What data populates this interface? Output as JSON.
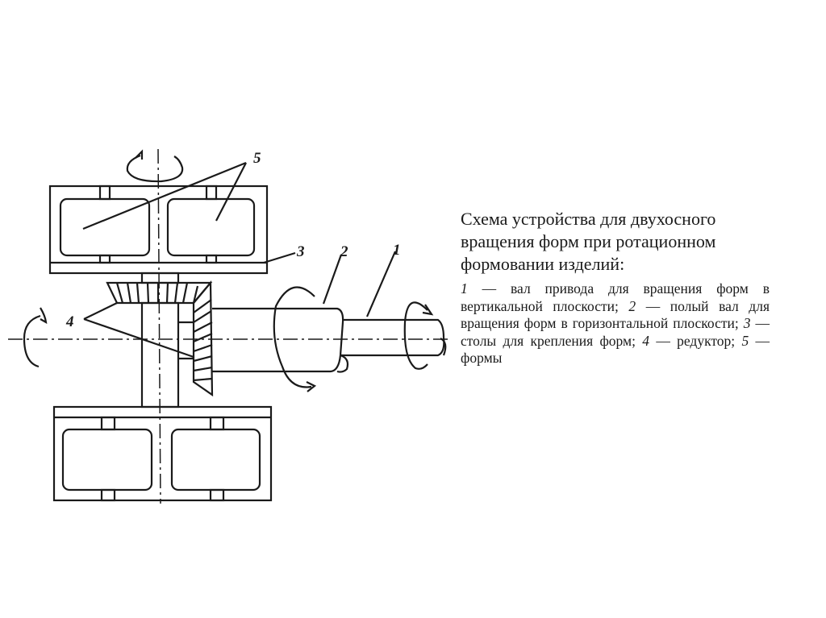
{
  "caption": {
    "title_lines": [
      "Схема устройства  для двухосного",
      "вращения форм при  ротационном",
      "формовании   изделий:"
    ],
    "legend": [
      {
        "num": "1",
        "text": "вал привода для вращения форм в вертикальной плоскости;"
      },
      {
        "num": "2",
        "text": "полый вал для вращения форм в горизонтальной плоскости;"
      },
      {
        "num": "3",
        "text": "столы для крепления форм;"
      },
      {
        "num": "4",
        "text": "редуктор;"
      },
      {
        "num": "5",
        "text": "формы"
      }
    ],
    "dash": " — "
  },
  "diagram": {
    "labels": {
      "l1": "1",
      "l2": "2",
      "l3": "3",
      "l4": "4",
      "l5": "5"
    }
  }
}
